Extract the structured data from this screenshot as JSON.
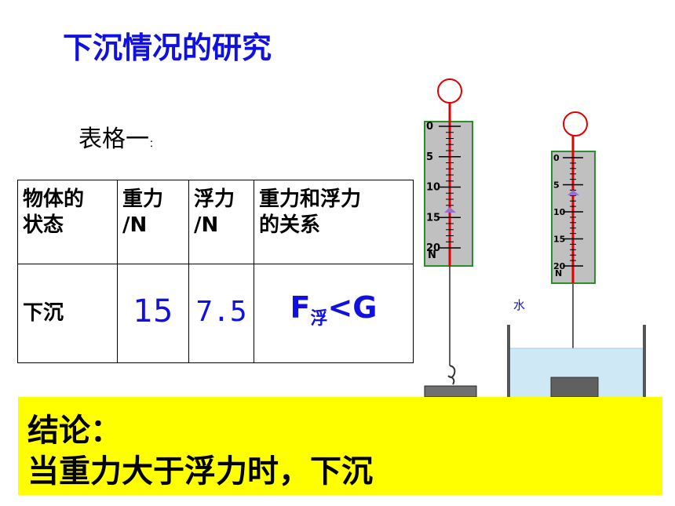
{
  "title": "下沉情况的研究",
  "table_caption": "表格一",
  "table_caption_colon": "：",
  "table": {
    "headers": [
      [
        "物体的",
        "状态"
      ],
      [
        "重力",
        "/N"
      ],
      [
        "浮力",
        "/N"
      ],
      [
        "重力和浮力",
        "的关系"
      ]
    ],
    "row": {
      "state": "下沉",
      "gravity": "15",
      "buoyancy": "7.5",
      "relation_f": "F",
      "relation_sub": "浮",
      "relation_rest": "<G"
    }
  },
  "left_scale": {
    "ticks": [
      "0",
      "5",
      "10",
      "15",
      "20"
    ],
    "unit": "N",
    "reading": 15
  },
  "right_scale": {
    "ticks": [
      "0",
      "5",
      "10",
      "15",
      "20"
    ],
    "unit": "N",
    "reading": 7.5
  },
  "water_label": "水",
  "conclusion": {
    "heading": "结论：",
    "text": "当重力大于浮力时，下沉"
  },
  "colors": {
    "title": "#1010e0",
    "scale_fill": "#c0c0c0",
    "scale_border": "#2e8b2e",
    "spring_red": "#e00000",
    "water": "#cfe8f5",
    "conclusion_bg": "#ffff00"
  }
}
